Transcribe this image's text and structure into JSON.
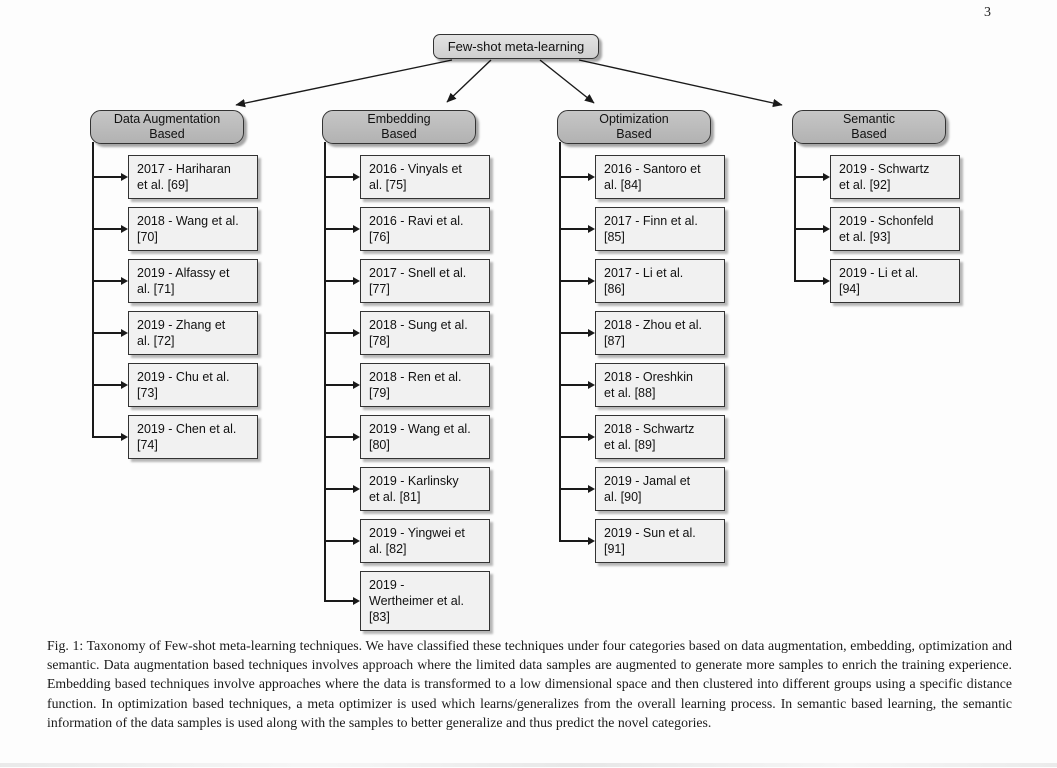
{
  "page_number": "3",
  "figure": {
    "root_label": "Few-shot meta-learning",
    "categories": [
      {
        "id": "data-augmentation-based",
        "label_lines": [
          "Data Augmentation",
          "Based"
        ],
        "items": [
          "2017 - Hariharan et al. [69]",
          "2018 - Wang et al. [70]",
          "2019 - Alfassy et al. [71]",
          "2019 - Zhang et al. [72]",
          "2019 - Chu et al. [73]",
          "2019 - Chen et al. [74]"
        ]
      },
      {
        "id": "embedding-based",
        "label_lines": [
          "Embedding",
          "Based"
        ],
        "items": [
          "2016 - Vinyals et al. [75]",
          "2016 - Ravi et al. [76]",
          "2017 - Snell et al. [77]",
          "2018 - Sung et al. [78]",
          "2018 - Ren et al. [79]",
          "2019 - Wang et al. [80]",
          "2019 - Karlinsky et al. [81]",
          "2019 - Yingwei et al. [82]",
          "2019 - Wertheimer et al. [83]"
        ]
      },
      {
        "id": "optimization-based",
        "label_lines": [
          "Optimization",
          "Based"
        ],
        "items": [
          "2016 - Santoro et al. [84]",
          "2017 - Finn et al. [85]",
          "2017 - Li et al. [86]",
          "2018 - Zhou et al. [87]",
          "2018 - Oreshkin et al. [88]",
          "2018 - Schwartz et al. [89]",
          "2019 - Jamal et al. [90]",
          "2019 - Sun et al. [91]"
        ]
      },
      {
        "id": "semantic-based",
        "label_lines": [
          "Semantic",
          "Based"
        ],
        "items": [
          "2019 - Schwartz et al. [92]",
          "2019 - Schonfeld et al. [93]",
          "2019 - Li et al. [94]"
        ]
      }
    ],
    "caption": "Fig. 1: Taxonomy of Few-shot meta-learning techniques. We have classified these techniques under four categories based on data augmentation, embedding, optimization and semantic. Data augmentation based techniques involves approach where the limited data samples are augmented to generate more samples to enrich the training experience. Embedding based techniques involve approaches where the data is transformed to a low dimensional space and then clustered into different groups using a specific distance function. In optimization based techniques, a meta optimizer is used which learns/generalizes from the overall learning process. In semantic based learning, the semantic information of the data samples is used along with the samples to better generalize and thus predict the novel categories."
  },
  "colors": {
    "node_fill": "#f1f1f1",
    "header_fill": "#b9b9b9",
    "root_fill": "#d9d9d9",
    "line": "#1a1a1a"
  }
}
